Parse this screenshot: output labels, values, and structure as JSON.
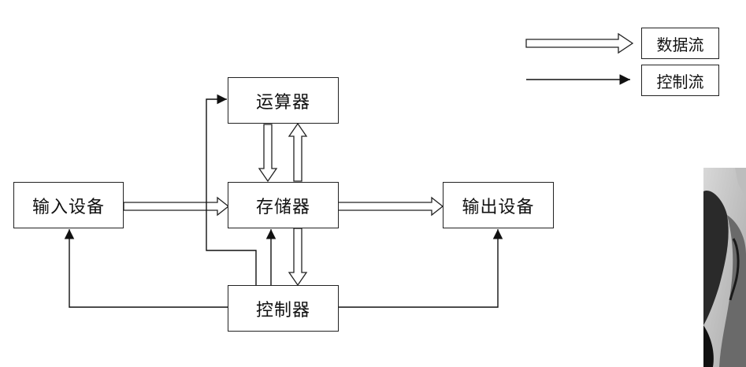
{
  "diagram": {
    "nodes": {
      "alu": "运算器",
      "memory": "存储器",
      "input": "输入设备",
      "output": "输出设备",
      "controller": "控制器"
    },
    "legend": {
      "data_flow": "数据流",
      "control_flow": "控制流"
    }
  }
}
